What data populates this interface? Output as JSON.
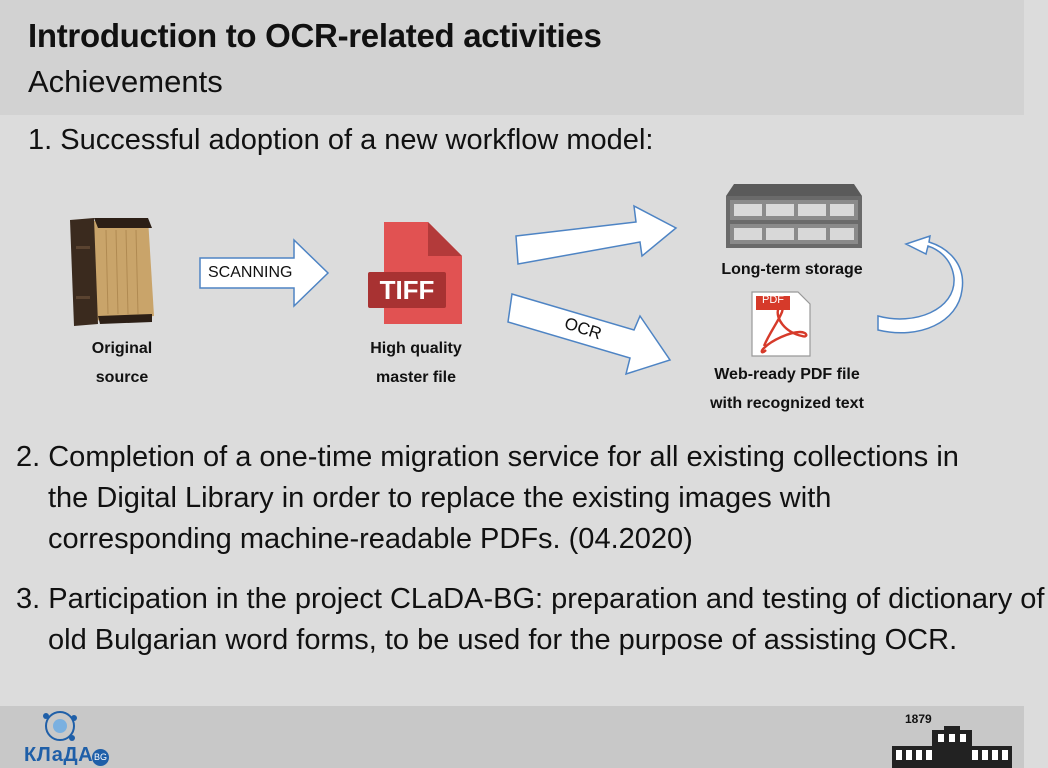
{
  "slide": {
    "title": "Introduction to OCR-related activities",
    "subtitle": "Achievements",
    "item1": "1. Successful adoption of a new workflow model:"
  },
  "workflow": {
    "scanning_label": "SCANNING",
    "ocr_label": "OCR",
    "tiff_label": "TIFF",
    "pdf_label": "PDF",
    "original_source": [
      "Original",
      "source"
    ],
    "master_file": [
      "High quality",
      "master file"
    ],
    "storage": "Long-term storage",
    "pdf_file": [
      "Web-ready PDF file",
      "with recognized text"
    ]
  },
  "items": {
    "item2": "2. Completion of a one-time migration service for all existing collections in the Digital Library in order to replace the existing images with corresponding machine-readable PDFs. (04.2020)",
    "item3": "3. Participation in the project CLaDA-BG: preparation and testing of dictionary of old Bulgarian word forms, to be used for the purpose of assisting OCR."
  },
  "footer": {
    "logo_text": "КЛаДА",
    "logo_badge": "BG",
    "year": "1879"
  },
  "colors": {
    "tiff_red": "#e15252",
    "arrow_stroke": "#4e84c4",
    "pdf_red": "#d63a2a"
  }
}
